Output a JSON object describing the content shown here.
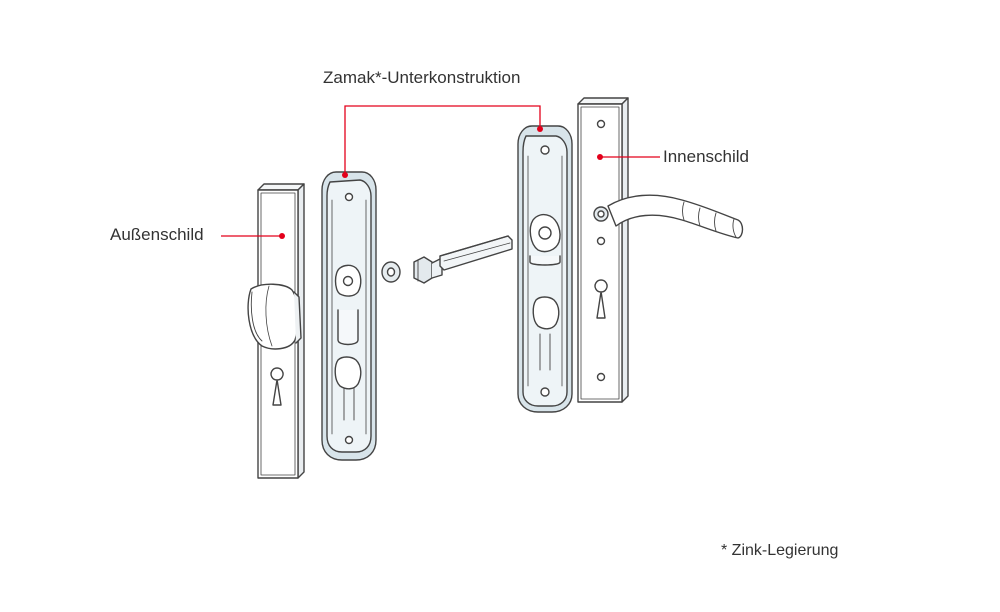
{
  "labels": {
    "substructure": "Zamak*-Unterkonstruktion",
    "outer_plate": "Außenschild",
    "inner_plate": "Innenschild",
    "footnote": "* Zink-Legierung"
  },
  "colors": {
    "line": "#444444",
    "accent": "#e3001b",
    "fill_light": "#eef3f6",
    "fill_mid": "#d6e2e9",
    "white": "#ffffff"
  }
}
